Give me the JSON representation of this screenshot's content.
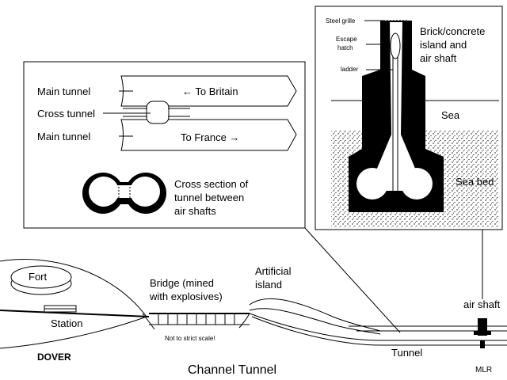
{
  "diagram": {
    "title": "Channel Tunnel",
    "inset_left": {
      "main_tunnel_top": "Main tunnel",
      "cross_tunnel": "Cross tunnel",
      "main_tunnel_bottom": "Main tunnel",
      "to_britain": "← To Britain",
      "to_france": "To France →",
      "cross_section_caption": [
        "Cross section of",
        "tunnel between",
        "air shafts"
      ]
    },
    "inset_right": {
      "steel_grille": "Steel grille",
      "escape_hatch": [
        "Escape",
        "hatch"
      ],
      "ladder": "ladder",
      "island_caption": [
        "Brick/concrete",
        "island and",
        "air shaft"
      ],
      "sea": "Sea",
      "sea_bed": "Sea bed"
    },
    "main": {
      "fort": "Fort",
      "station": "Station",
      "dover": "DOVER",
      "bridge": [
        "Bridge (mined",
        "with explosives)"
      ],
      "not_to_scale": "Not to strict scale!",
      "artificial_island": [
        "Artificial",
        "island"
      ],
      "tunnel": "Tunnel",
      "air_shaft": "air shaft",
      "mlr": "MLR"
    }
  }
}
